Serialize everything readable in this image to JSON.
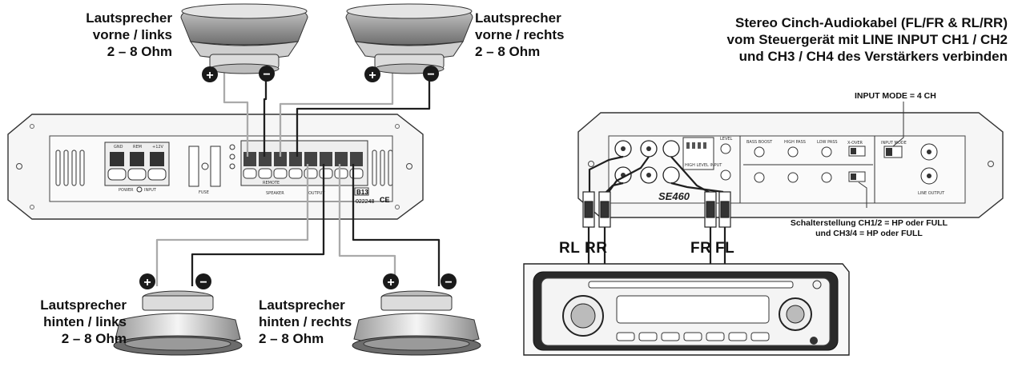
{
  "speakers": {
    "front_left": {
      "line1": "Lautsprecher",
      "line2": "vorne / links",
      "line3": "2 – 8 Ohm"
    },
    "front_right": {
      "line1": "Lautsprecher",
      "line2": "vorne / rechts",
      "line3": "2 – 8 Ohm"
    },
    "rear_left": {
      "line1": "Lautsprecher",
      "line2": "hinten / links",
      "line3": "2 – 8 Ohm"
    },
    "rear_right": {
      "line1": "Lautsprecher",
      "line2": "hinten / rechts",
      "line3": "2 – 8 Ohm"
    }
  },
  "instruction": {
    "line1": "Stereo Cinch-Audiokabel (FL/FR & RL/RR)",
    "line2": "vom Steuergerät mit LINE INPUT CH1 / CH2",
    "line3": "und CH3 / CH4 des Verstärkers verbinden"
  },
  "input_mode": "INPUT MODE = 4 CH",
  "switch_note": {
    "line1": "Schalterstellung CH1/2 = HP oder FULL",
    "line2": "und CH3/4 = HP oder FULL"
  },
  "cables": {
    "rl": "RL",
    "rr": "RR",
    "fr": "FR",
    "fl": "FL"
  },
  "amp_left": {
    "gnd": "GND",
    "rem": "REM",
    "plus12v": "+12V",
    "power": "POWER",
    "input": "INPUT",
    "fuse": "FUSE",
    "remote": "REMOTE",
    "speaker": "SPEAKER",
    "output": "OUTPUT",
    "code1": "B13",
    "code2": "022248",
    "ce": "CE"
  },
  "amp_right": {
    "brand": "SE460",
    "bass_boost": "BASS BOOST",
    "high_pass": "HIGH PASS",
    "low_pass": "LOW PASS",
    "xover": "X-OVER",
    "input_mode": "INPUT MODE",
    "line_output": "LINE OUTPUT",
    "level": "LEVEL",
    "high_level_input": "HIGH LEVEL INPUT"
  },
  "polarity": {
    "plus": "+",
    "minus": "−"
  },
  "colors": {
    "ink": "#1a1a1a",
    "wire": "#222222",
    "panel": "#f4f4f4",
    "outline": "#333333"
  }
}
